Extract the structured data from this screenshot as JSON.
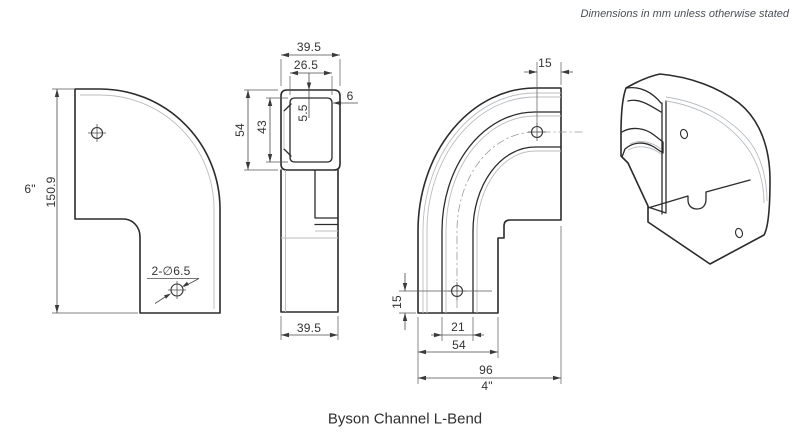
{
  "note": "Dimensions in mm unless otherwise stated",
  "title": "Byson Channel L-Bend",
  "colors": {
    "background": "#ffffff",
    "outline": "#2b2b2b",
    "thin_line": "#b9bdc1",
    "dimension": "#4a4a4a",
    "note_text": "#4a4f57"
  },
  "side_view": {
    "height_inches": "6\"",
    "height_mm": "150.9",
    "hole_callout": "2-∅6.5"
  },
  "section_view": {
    "outer_width": "39.5",
    "inner_width": "26.5",
    "top_wall": "5.5",
    "side_wall": "6",
    "outer_height": "54",
    "inner_height": "43",
    "leg_width": "39.5"
  },
  "front_view": {
    "hole_to_edge": "15",
    "hole_to_bottom": "15",
    "inner_width": "21",
    "leg_width": "54",
    "overall_mm": "96",
    "overall_inches": "4\""
  }
}
